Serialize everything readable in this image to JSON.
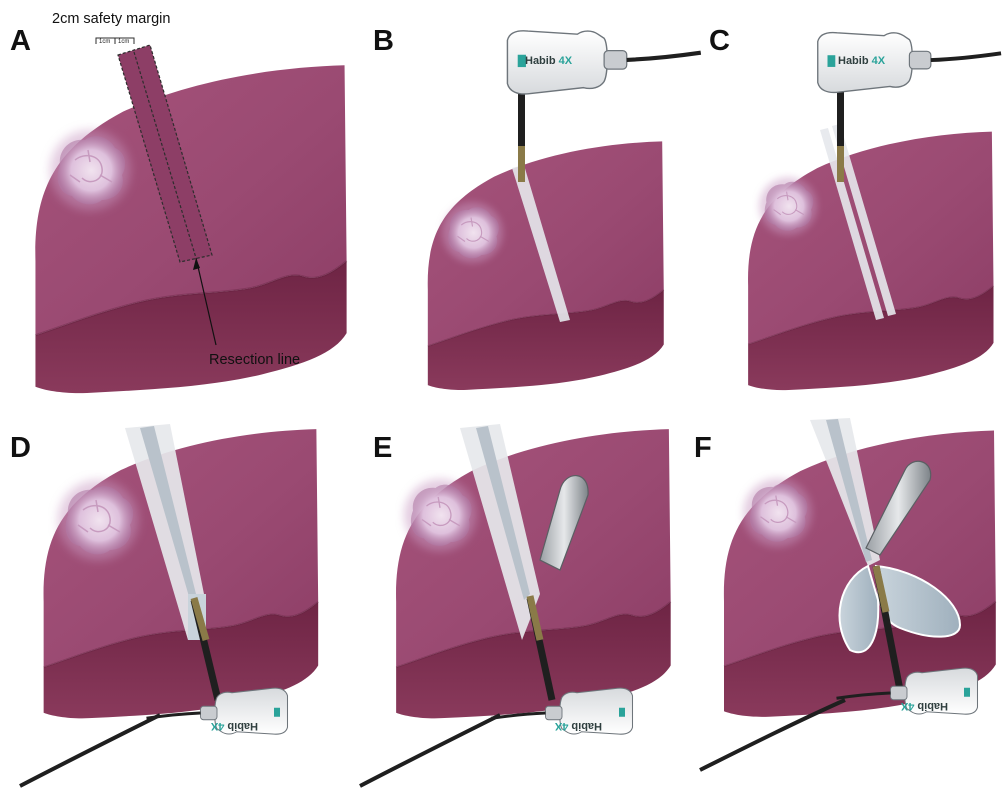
{
  "panels": [
    {
      "letter": "A"
    },
    {
      "letter": "B"
    },
    {
      "letter": "C"
    },
    {
      "letter": "D"
    },
    {
      "letter": "E"
    },
    {
      "letter": "F"
    }
  ],
  "annotations": {
    "safety_margin": "2cm safety margin",
    "margin_unit_left": "1cm",
    "margin_unit_right": "1cm",
    "resection_line": "Resection line"
  },
  "device": {
    "brand_name": "Habib",
    "brand_suffix": "4X"
  },
  "colors": {
    "liver_top": "#9b4a72",
    "liver_side": "#7e2f4f",
    "tumor": "#e9d3ea",
    "ablation_band": "#e4e6ea",
    "device_body": "#f2f3f4",
    "brand_accent": "#2aa39a"
  }
}
